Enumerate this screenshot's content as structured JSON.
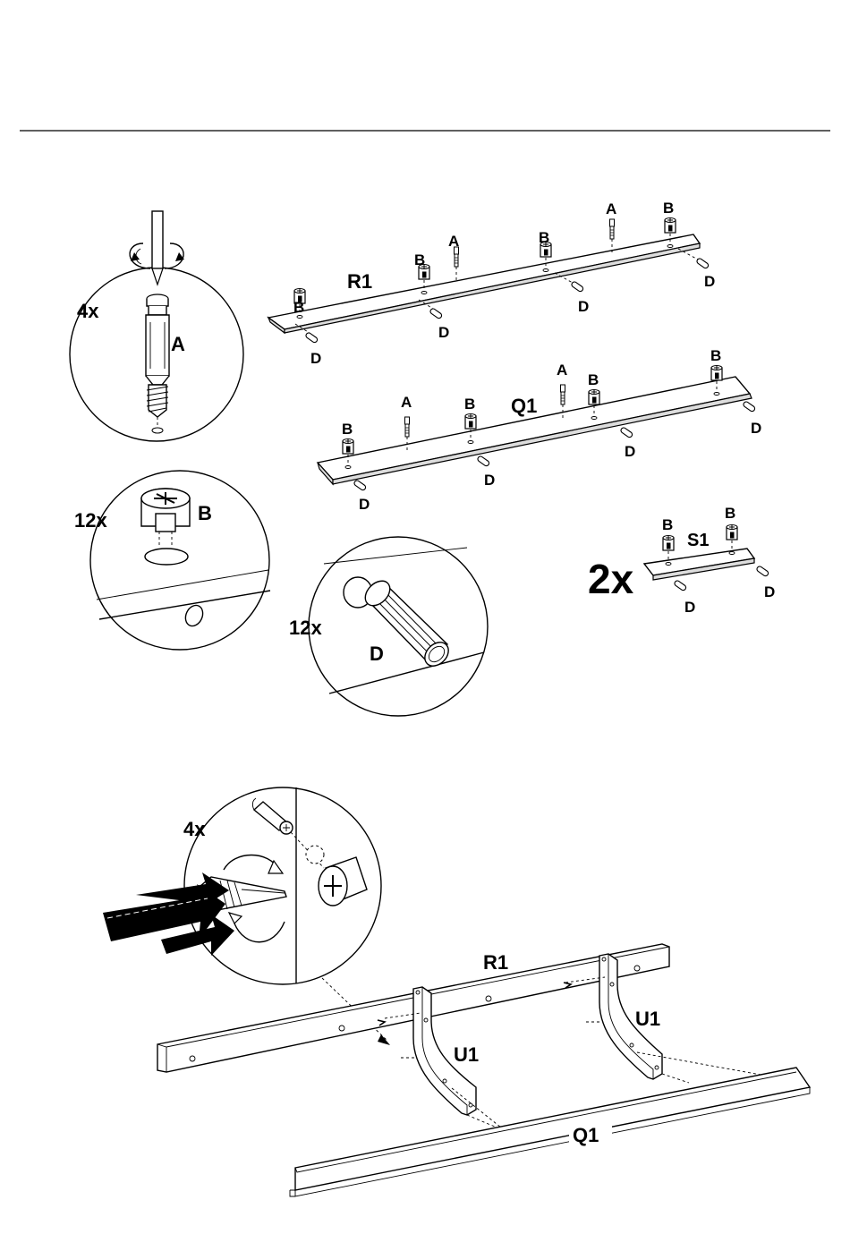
{
  "step1": {
    "callouts": {
      "cam_bolt": {
        "qty": "4x",
        "part": "A"
      },
      "cam_lock": {
        "qty": "12x",
        "part": "B"
      },
      "dowel": {
        "qty": "12x",
        "part": "D"
      }
    },
    "panels": {
      "r1": {
        "name": "R1"
      },
      "q1": {
        "name": "Q1"
      },
      "s1": {
        "name": "S1",
        "qty": "2x"
      }
    },
    "hw": {
      "a": "A",
      "b": "B",
      "d": "D"
    }
  },
  "step2": {
    "callout_qty": "4x",
    "parts": {
      "r1": "R1",
      "q1": "Q1",
      "u1": "U1"
    }
  }
}
